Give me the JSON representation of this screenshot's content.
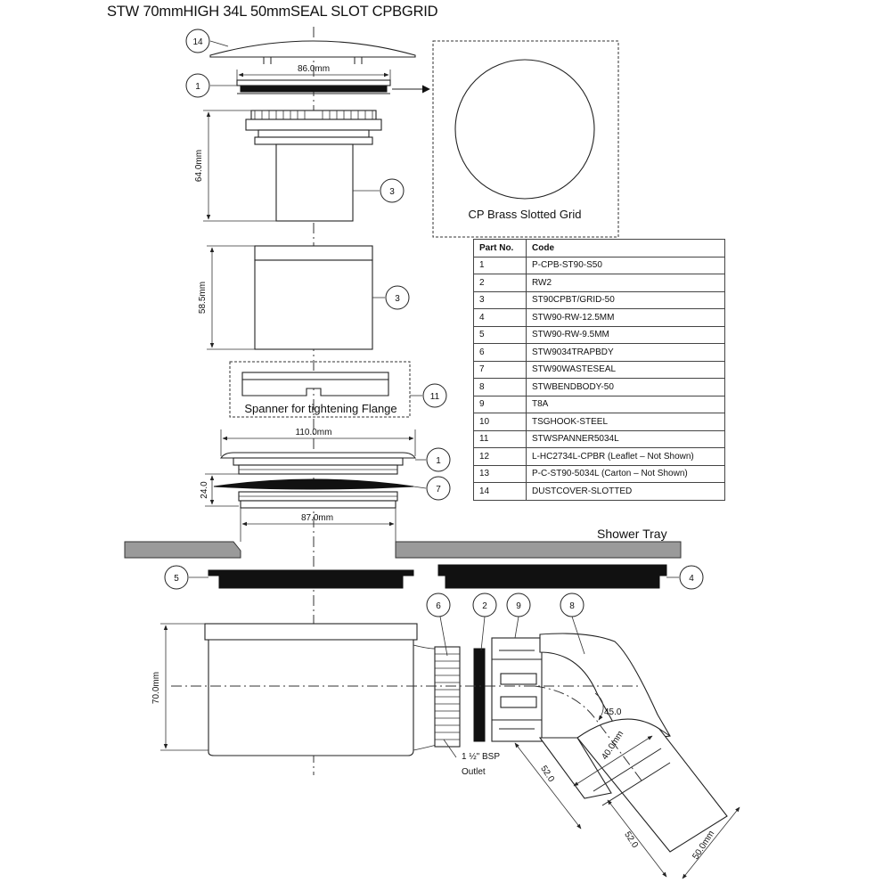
{
  "title": "STW 70mmHIGH 34L 50mmSEAL SLOT CPBGRID",
  "labels": {
    "grid": "CP Brass Slotted Grid",
    "spanner": "Spanner for tightening Flange",
    "shower_tray": "Shower Tray",
    "outlet_line1": "1 ½\" BSP",
    "outlet_line2": "Outlet"
  },
  "dimensions": {
    "d86": "86.0mm",
    "d64": "64.0mm",
    "d58": "58.5mm",
    "d110": "110.0mm",
    "d24": "24.0",
    "d87": "87.0mm",
    "d70": "70.0mm",
    "d45": "45.0",
    "d40": "40.0mm",
    "d52a": "52.0",
    "d52b": "52.0",
    "d50": "50.0mm"
  },
  "bubbles": {
    "b14": "14",
    "b1a": "1",
    "b3a": "3",
    "b3b": "3",
    "b11": "11",
    "b1b": "1",
    "b7": "7",
    "b5": "5",
    "b4": "4",
    "b6": "6",
    "b2": "2",
    "b9": "9",
    "b8": "8"
  },
  "table": {
    "headers": [
      "Part No.",
      "Code"
    ],
    "rows": [
      [
        "1",
        "P-CPB-ST90-S50"
      ],
      [
        "2",
        "RW2"
      ],
      [
        "3",
        "ST90CPBT/GRID-50"
      ],
      [
        "4",
        "STW90-RW-12.5MM"
      ],
      [
        "5",
        "STW90-RW-9.5MM"
      ],
      [
        "6",
        "STW9034TRAPBDY"
      ],
      [
        "7",
        "STW90WASTESEAL"
      ],
      [
        "8",
        "STWBENDBODY-50"
      ],
      [
        "9",
        "T8A"
      ],
      [
        "10",
        "TSGHOOK-STEEL"
      ],
      [
        "11",
        "STWSPANNER5034L"
      ],
      [
        "12",
        "L-HC2734L-CPBR (Leaflet – Not Shown)"
      ],
      [
        "13",
        "P-C-ST90-5034L (Carton – Not Shown)"
      ],
      [
        "14",
        "DUSTCOVER-SLOTTED"
      ]
    ]
  },
  "colors": {
    "line": "#222222",
    "dark_seal": "#111111",
    "tray": "#9a9a9a"
  }
}
